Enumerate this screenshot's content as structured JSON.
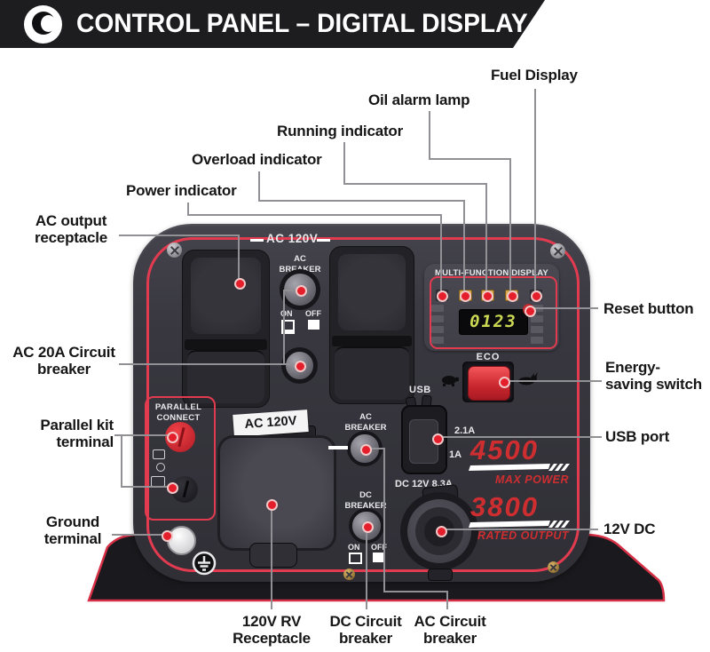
{
  "header": {
    "title": "CONTROL PANEL – DIGITAL DISPLAY"
  },
  "callouts": {
    "fuel_display": "Fuel Display",
    "oil_alarm": "Oil alarm lamp",
    "running": "Running indicator",
    "overload": "Overload indicator",
    "power": "Power indicator",
    "ac_output": "AC output receptacle",
    "ac_20a": "AC 20A Circuit breaker",
    "parallel_kit": "Parallel kit terminal",
    "ground": "Ground terminal",
    "reset": "Reset button",
    "energy_saving": "Energy-saving switch",
    "usb_port": "USB port",
    "dc_12v": "12V DC",
    "rv_receptacle": "120V RV Receptacle",
    "dc_circuit": "DC Circuit breaker",
    "ac_circuit": "AC Circuit breaker"
  },
  "panel": {
    "ac_120v": "AC 120V",
    "ac_breaker": "AC BREAKER",
    "dc_breaker": "DC BREAKER",
    "on": "ON",
    "off": "OFF",
    "display_title": "MULTI-FUNCTION DISPLAY",
    "display_value": "0123",
    "eco": "ECO",
    "usb": "USB",
    "usb_amp_1": "2.1A",
    "usb_amp_2": "1A",
    "dc_rating": "DC 12V 8.3A",
    "max_power_value": "4500",
    "max_power_label": "MAX POWER",
    "rated_value": "3800",
    "rated_label": "RATED OUTPUT",
    "parallel_connect": "PARALLEL CONNECT",
    "rv_tag": "AC 120V"
  },
  "colors": {
    "panel_trim_red": "#e23b50",
    "accent_red": "#cf2e31",
    "led_amber": "#d9a94c",
    "digit_green": "#cbd853",
    "callout_line": "#919195",
    "callout_dot": "#e41f2b",
    "banner_bg": "#1d1c1f"
  }
}
